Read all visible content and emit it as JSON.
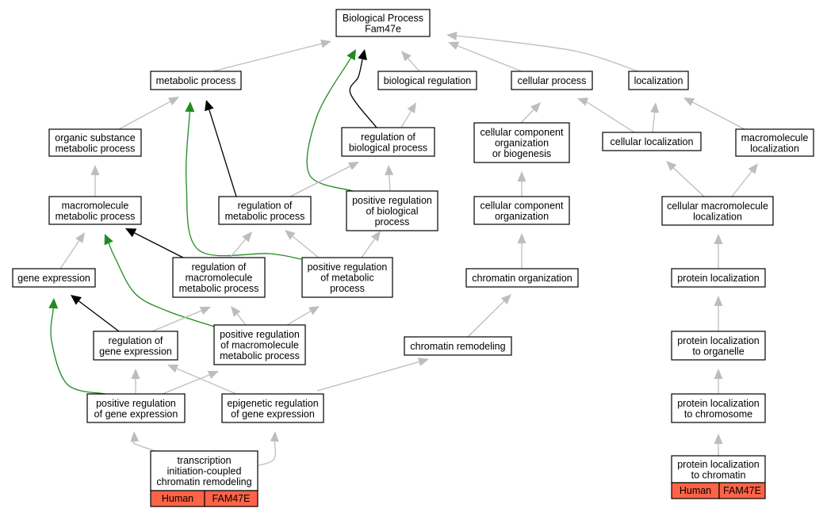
{
  "colors": {
    "is_a": "#bdbdbd",
    "regulates": "#000000",
    "positively_regulates": "#228b22",
    "annotated": "#ff6347"
  },
  "nodes": {
    "bp": {
      "lines": [
        "Biological Process",
        "Fam47e"
      ]
    },
    "metabolic": {
      "lines": [
        "metabolic process"
      ]
    },
    "bioreg": {
      "lines": [
        "biological regulation"
      ]
    },
    "cellular": {
      "lines": [
        "cellular process"
      ]
    },
    "localization": {
      "lines": [
        "localization"
      ]
    },
    "organic": {
      "lines": [
        "organic substance",
        "metabolic process"
      ]
    },
    "regbio": {
      "lines": [
        "regulation of",
        "biological process"
      ]
    },
    "ccob": {
      "lines": [
        "cellular component",
        "organization",
        "or biogenesis"
      ]
    },
    "cellloc": {
      "lines": [
        "cellular localization"
      ]
    },
    "macroloc": {
      "lines": [
        "macromolecule",
        "localization"
      ]
    },
    "macrometab": {
      "lines": [
        "macromolecule",
        "metabolic process"
      ]
    },
    "regmetab": {
      "lines": [
        "regulation of",
        "metabolic process"
      ]
    },
    "posregbio": {
      "lines": [
        "positive regulation",
        "of biological",
        "process"
      ]
    },
    "cco": {
      "lines": [
        "cellular component",
        "organization"
      ]
    },
    "cellmacroloc": {
      "lines": [
        "cellular macromolecule",
        "localization"
      ]
    },
    "geneexp": {
      "lines": [
        "gene expression"
      ]
    },
    "regmacrometab": {
      "lines": [
        "regulation of",
        "macromolecule",
        "metabolic process"
      ]
    },
    "posregmetab": {
      "lines": [
        "positive regulation",
        "of metabolic",
        "process"
      ]
    },
    "chromorg": {
      "lines": [
        "chromatin organization"
      ]
    },
    "protloc": {
      "lines": [
        "protein localization"
      ]
    },
    "reggene": {
      "lines": [
        "regulation of",
        "gene expression"
      ]
    },
    "posregmacro": {
      "lines": [
        "positive regulation",
        "of macromolecule",
        "metabolic process"
      ]
    },
    "chromremod": {
      "lines": [
        "chromatin remodeling"
      ]
    },
    "protlocorg": {
      "lines": [
        "protein localization",
        "to organelle"
      ]
    },
    "posreggene": {
      "lines": [
        "positive regulation",
        "of gene expression"
      ]
    },
    "epigen": {
      "lines": [
        "epigenetic regulation",
        "of gene expression"
      ]
    },
    "protlocchr": {
      "lines": [
        "protein localization",
        "to chromosome"
      ]
    },
    "tici": {
      "lines": [
        "transcription",
        "initiation-coupled",
        "chromatin remodeling"
      ],
      "annotation": [
        "Human",
        "FAM47E"
      ]
    },
    "protlocchrom": {
      "lines": [
        "protein localization",
        "to chromatin"
      ],
      "annotation": [
        "Human",
        "FAM47E"
      ]
    }
  },
  "edges": [
    {
      "from": "metabolic",
      "to": "bp",
      "type": "is_a"
    },
    {
      "from": "bioreg",
      "to": "bp",
      "type": "is_a"
    },
    {
      "from": "cellular",
      "to": "bp",
      "type": "is_a"
    },
    {
      "from": "localization",
      "to": "bp",
      "type": "is_a"
    },
    {
      "from": "regbio",
      "to": "bp",
      "type": "regulates"
    },
    {
      "from": "posregbio",
      "to": "bp",
      "type": "positively_regulates"
    },
    {
      "from": "organic",
      "to": "metabolic",
      "type": "is_a"
    },
    {
      "from": "regbio",
      "to": "bioreg",
      "type": "is_a"
    },
    {
      "from": "ccob",
      "to": "cellular",
      "type": "is_a"
    },
    {
      "from": "cellloc",
      "to": "cellular",
      "type": "is_a"
    },
    {
      "from": "cellloc",
      "to": "localization",
      "type": "is_a"
    },
    {
      "from": "macroloc",
      "to": "localization",
      "type": "is_a"
    },
    {
      "from": "macrometab",
      "to": "organic",
      "type": "is_a"
    },
    {
      "from": "regmetab",
      "to": "metabolic",
      "type": "regulates"
    },
    {
      "from": "posregmetab",
      "to": "metabolic",
      "type": "positively_regulates"
    },
    {
      "from": "regmetab",
      "to": "regbio",
      "type": "is_a"
    },
    {
      "from": "posregbio",
      "to": "regbio",
      "type": "is_a"
    },
    {
      "from": "cco",
      "to": "ccob",
      "type": "is_a"
    },
    {
      "from": "cellmacroloc",
      "to": "cellloc",
      "type": "is_a"
    },
    {
      "from": "cellmacroloc",
      "to": "macroloc",
      "type": "is_a"
    },
    {
      "from": "geneexp",
      "to": "macrometab",
      "type": "is_a"
    },
    {
      "from": "regmacrometab",
      "to": "macrometab",
      "type": "regulates"
    },
    {
      "from": "posregmacro",
      "to": "macrometab",
      "type": "positively_regulates"
    },
    {
      "from": "regmacrometab",
      "to": "regmetab",
      "type": "is_a"
    },
    {
      "from": "posregmetab",
      "to": "regmetab",
      "type": "is_a"
    },
    {
      "from": "posregmetab",
      "to": "posregbio",
      "type": "is_a"
    },
    {
      "from": "chromorg",
      "to": "cco",
      "type": "is_a"
    },
    {
      "from": "protloc",
      "to": "cellmacroloc",
      "type": "is_a"
    },
    {
      "from": "reggene",
      "to": "geneexp",
      "type": "regulates"
    },
    {
      "from": "posreggene",
      "to": "geneexp",
      "type": "positively_regulates"
    },
    {
      "from": "reggene",
      "to": "regmacrometab",
      "type": "is_a"
    },
    {
      "from": "posregmacro",
      "to": "regmacrometab",
      "type": "is_a"
    },
    {
      "from": "posregmacro",
      "to": "posregmetab",
      "type": "is_a"
    },
    {
      "from": "chromremod",
      "to": "chromorg",
      "type": "is_a"
    },
    {
      "from": "protlocorg",
      "to": "protloc",
      "type": "is_a"
    },
    {
      "from": "posreggene",
      "to": "reggene",
      "type": "is_a"
    },
    {
      "from": "posreggene",
      "to": "posregmacro",
      "type": "is_a"
    },
    {
      "from": "epigen",
      "to": "reggene",
      "type": "is_a"
    },
    {
      "from": "epigen",
      "to": "chromremod",
      "type": "is_a"
    },
    {
      "from": "protlocchr",
      "to": "protlocorg",
      "type": "is_a"
    },
    {
      "from": "tici",
      "to": "posreggene",
      "type": "is_a"
    },
    {
      "from": "tici",
      "to": "epigen",
      "type": "is_a"
    },
    {
      "from": "protlocchrom",
      "to": "protlocchr",
      "type": "is_a"
    }
  ]
}
